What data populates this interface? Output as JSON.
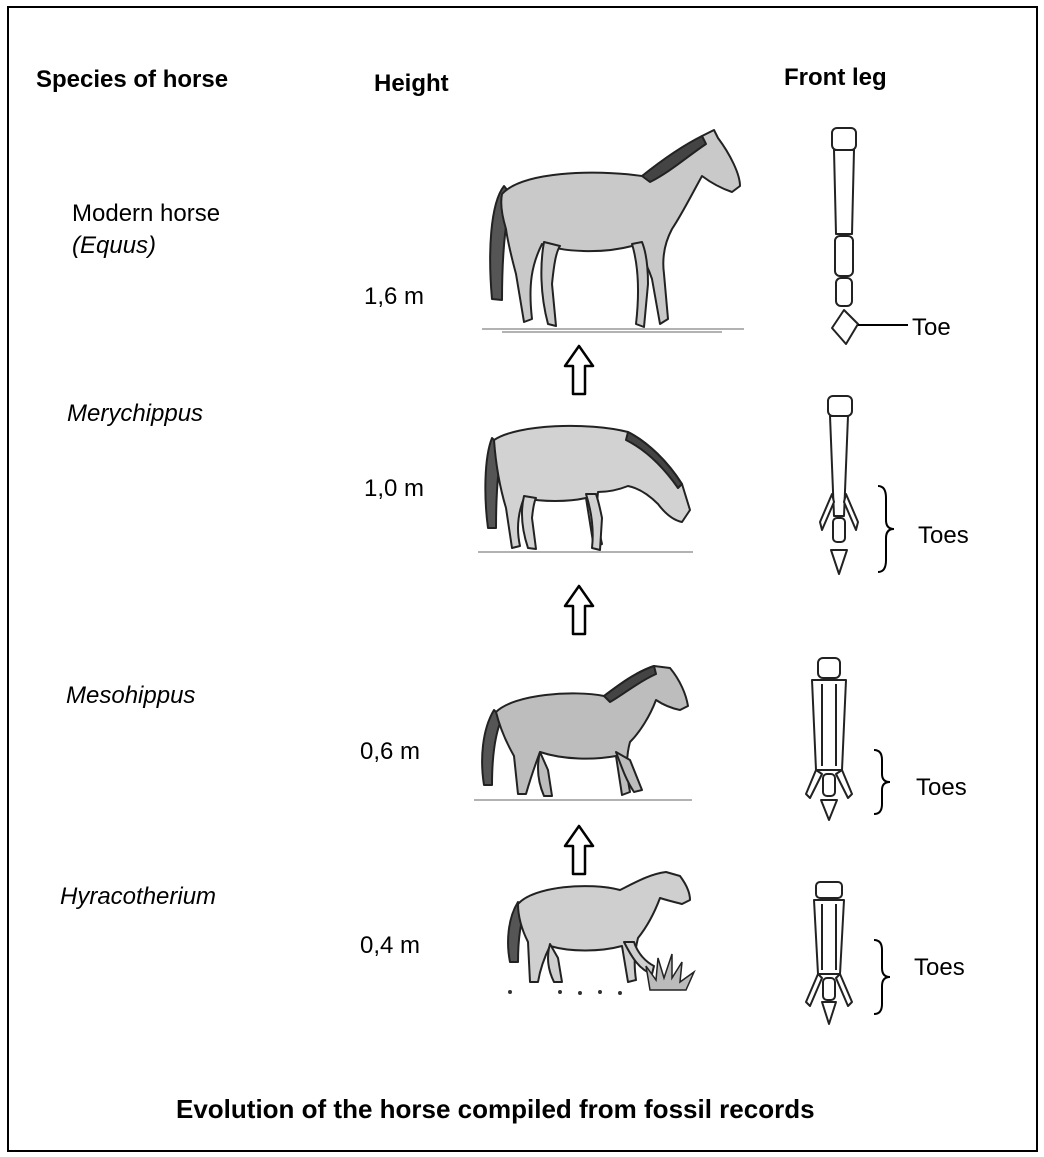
{
  "headers": {
    "species": "Species of horse",
    "height": "Height",
    "front_leg": "Front leg"
  },
  "rows": [
    {
      "name": "Modern horse",
      "scientific": "(Equus)",
      "height": "1,6 m",
      "leg_label": "Toe"
    },
    {
      "name": "Merychippus",
      "height": "1,0 m",
      "leg_label": "Toes"
    },
    {
      "name": "Mesohippus",
      "height": "0,6 m",
      "leg_label": "Toes"
    },
    {
      "name": "Hyracotherium",
      "height": "0,4 m",
      "leg_label": "Toes"
    }
  ],
  "caption": "Evolution of the horse compiled from fossil records"
}
